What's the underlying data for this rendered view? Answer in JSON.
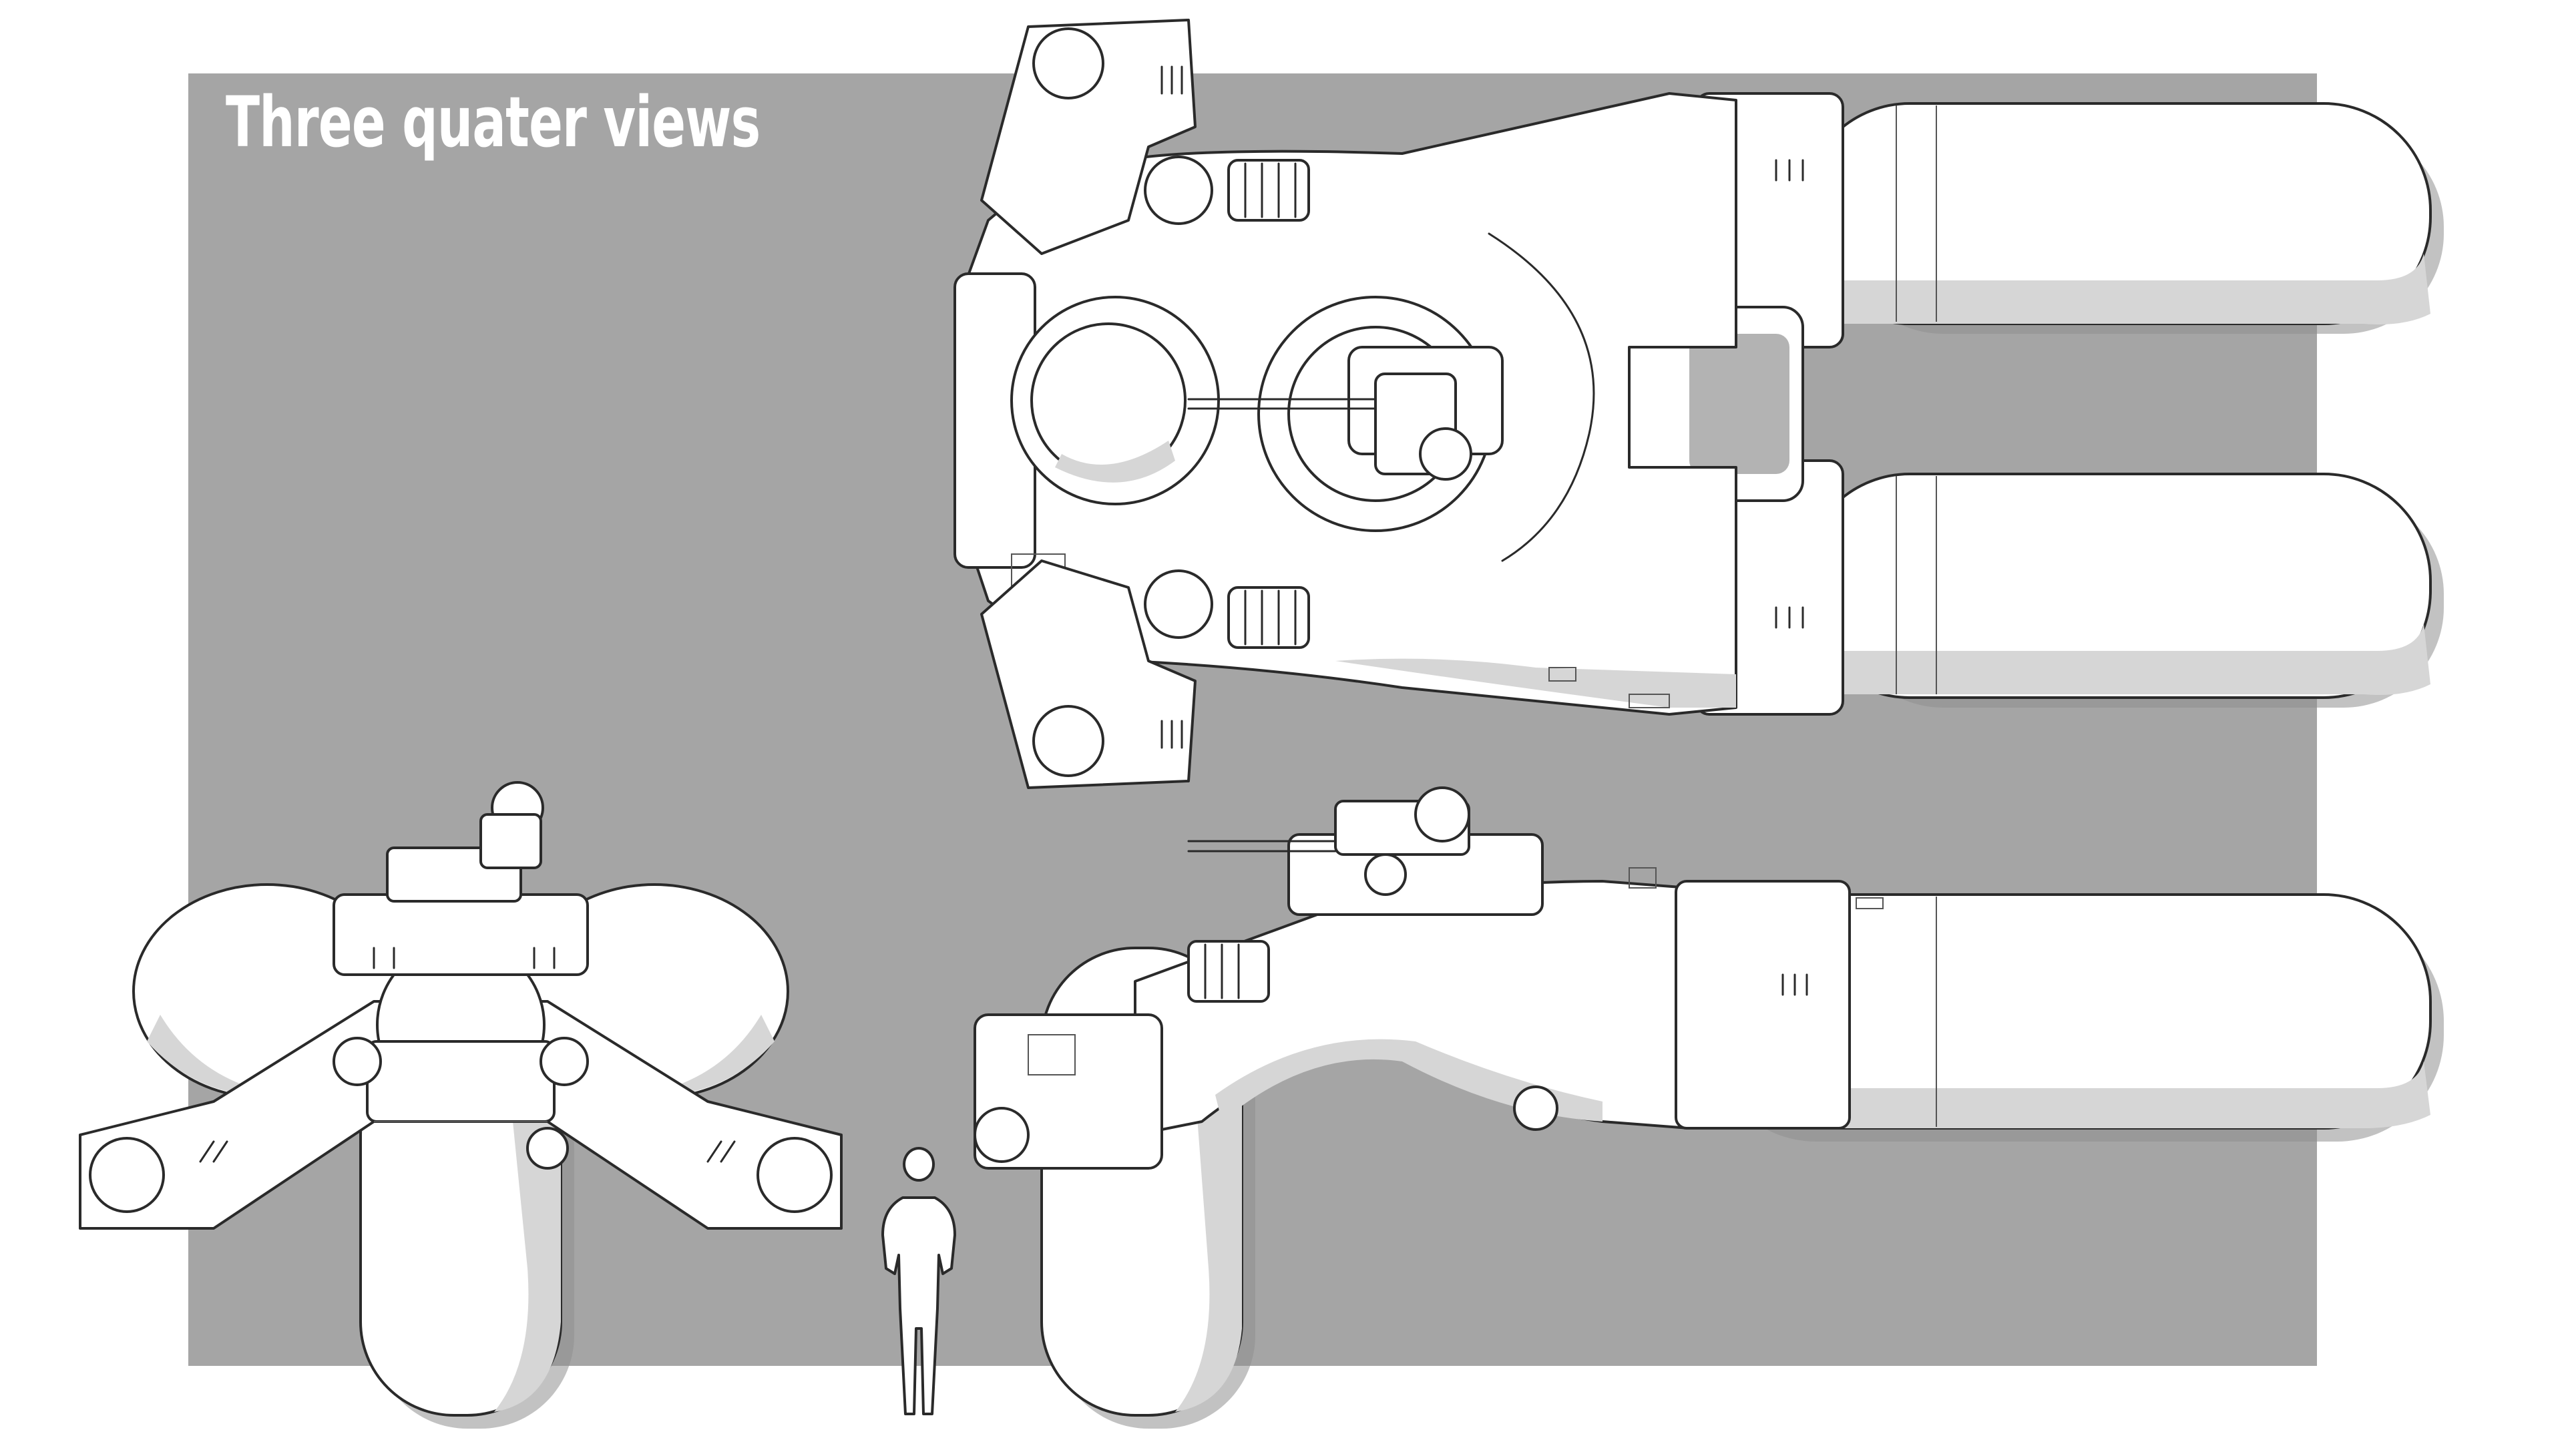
{
  "title": "Three quater views",
  "views": [
    {
      "id": "top-view"
    },
    {
      "id": "front-view"
    },
    {
      "id": "side-view"
    }
  ],
  "scale_figure": "human-silhouette",
  "colors": {
    "background": "#ffffff",
    "panel": "#a5a5a5",
    "title": "#ffffff",
    "hull": "#ffffff",
    "outline": "#2a2a2a"
  }
}
